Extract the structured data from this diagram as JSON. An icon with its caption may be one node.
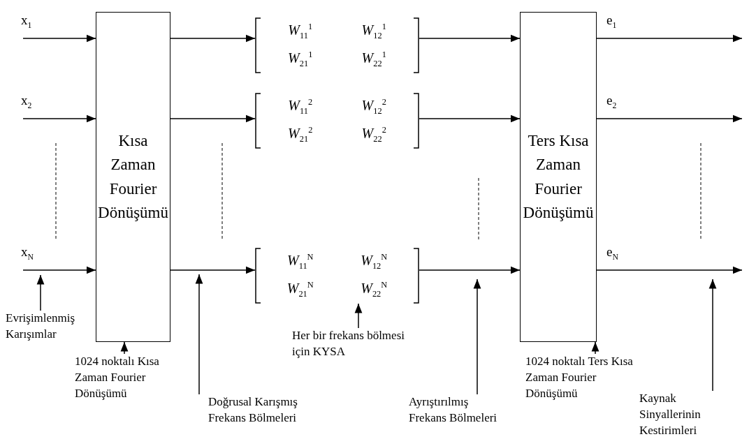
{
  "diagram": {
    "nodes": [
      {
        "text": [
          "Kısa Zaman Fourier Dönüşümü"
        ]
      },
      {
        "text": [
          "Ters Kısa Zaman Fourier Dönüşümü"
        ]
      },
      {
        "text": [
          "*W*$_{11}$$^{1}$",
          "*W*$_{12}$$^{1}$",
          "*W*$_{21}$$^{1}$",
          "*W*$_{22}$$^{1}$"
        ]
      },
      {
        "text": [
          "*W*$_{11}$$^{2}$",
          "*W*$_{12}$$^{2}$",
          "*W*$_{21}$$^{2}$",
          "*W*$_{22}$$^{2}$"
        ]
      },
      {
        "text": [
          "*W*$_{11}$$^{N}$",
          "*W*$_{12}$$^{N}$",
          "*W*$_{21}$$^{N}$",
          "*W*$_{22}$$^{N}$"
        ]
      },
      {
        "text": [
          "Evrişimlenmiş Karışımlar"
        ]
      },
      {
        "text": [
          "1024 noktalı Kısa Zaman Fourier Dönüşümü"
        ]
      },
      {
        "text": [
          "Doğrusal Karışmış Frekans Bölmeleri"
        ]
      },
      {
        "text": [
          "Her bir frekans bölmesi için KYSA"
        ]
      },
      {
        "text": [
          "Ayrıştırılmış Frekans Bölmeleri"
        ]
      },
      {
        "text": [
          "1024 noktalı Ters Kısa Zaman Fourier Dönüşümü"
        ]
      },
      {
        "text": [
          "Kaynak Sinyallerinin Kestirimleri"
        ]
      }
    ],
    "edges": [
      {
        "from": null,
        "to": 0,
        "arrow": "to",
        "label": "x$_{1}$"
      },
      {
        "from": null,
        "to": 0,
        "arrow": "to",
        "label": "x$_{2}$"
      },
      {
        "from": null,
        "to": 0,
        "arrow": "to",
        "label": "x$_{N}$"
      },
      {
        "from": 0,
        "to": 2,
        "arrow": "to"
      },
      {
        "from": 0,
        "to": 3,
        "arrow": "to"
      },
      {
        "from": 0,
        "to": 4,
        "arrow": "to"
      },
      {
        "from": 2,
        "to": 1,
        "arrow": "to"
      },
      {
        "from": 3,
        "to": 1,
        "arrow": "to"
      },
      {
        "from": 4,
        "to": 1,
        "arrow": "to"
      },
      {
        "from": 1,
        "to": null,
        "arrow": "to",
        "label": "e$_{1}$"
      },
      {
        "from": 1,
        "to": null,
        "arrow": "to",
        "label": "e$_{2}$"
      },
      {
        "from": 1,
        "to": null,
        "arrow": "to",
        "label": "e$_{N}$"
      },
      {
        "from": 5,
        "to": null,
        "arrow": "to"
      },
      {
        "from": 6,
        "to": 0,
        "arrow": "to"
      },
      {
        "from": 7,
        "to": null,
        "arrow": "to"
      },
      {
        "from": 8,
        "to": 4,
        "arrow": "to"
      },
      {
        "from": 9,
        "to": null,
        "arrow": "to"
      },
      {
        "from": 10,
        "to": 1,
        "arrow": "to"
      },
      {
        "from": 11,
        "to": null,
        "arrow": "to"
      }
    ]
  }
}
